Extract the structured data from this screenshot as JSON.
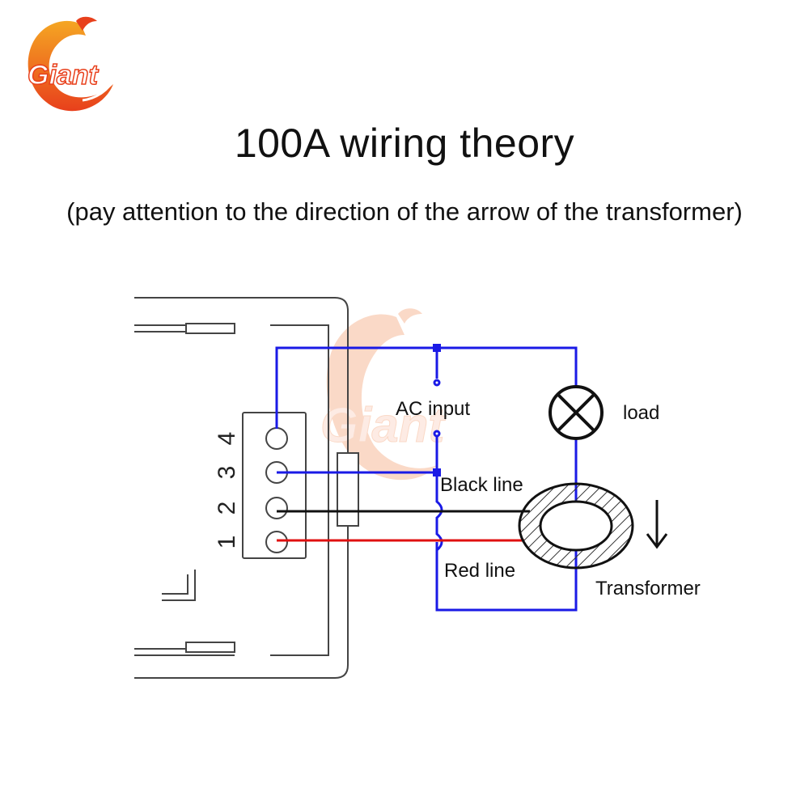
{
  "logo": {
    "text": "Giant"
  },
  "title": "100A wiring theory",
  "subtitle": "(pay attention to the direction of the arrow of the transformer)",
  "terminals": [
    "1",
    "2",
    "3",
    "4"
  ],
  "labels": {
    "ac_input": "AC input",
    "load": "load",
    "black_line": "Black line",
    "red_line": "Red line",
    "transformer": "Transformer"
  },
  "colors": {
    "neutral_wire": "#1a1ae6",
    "black_wire": "#111111",
    "red_wire": "#e01010",
    "brand": "#f05a23"
  }
}
